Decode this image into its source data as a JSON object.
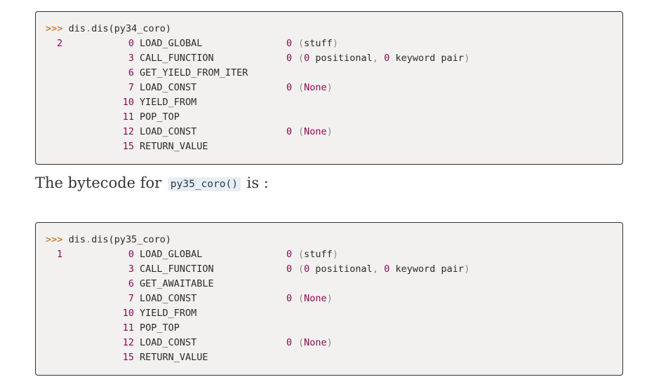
{
  "blocks": [
    {
      "prompt": ">>>",
      "call_prefix": "dis",
      "call_dot": ".",
      "call_fn": "dis(py34_coro)",
      "source_line": "2",
      "instructions": [
        {
          "offset": "0",
          "opcode": "LOAD_GLOBAL",
          "arg": "0",
          "argrepr": "stuff",
          "kind": "name"
        },
        {
          "offset": "3",
          "opcode": "CALL_FUNCTION",
          "arg": "0",
          "argrepr_num1": "0",
          "argrepr_t1": " positional",
          "argrepr_comma": ",",
          "argrepr_num2": "0",
          "argrepr_t2": " keyword pair",
          "kind": "call"
        },
        {
          "offset": "6",
          "opcode": "GET_YIELD_FROM_ITER",
          "arg": "",
          "argrepr": "",
          "kind": "none"
        },
        {
          "offset": "7",
          "opcode": "LOAD_CONST",
          "arg": "0",
          "argrepr": "None",
          "kind": "const"
        },
        {
          "offset": "10",
          "opcode": "YIELD_FROM",
          "arg": "",
          "argrepr": "",
          "kind": "none"
        },
        {
          "offset": "11",
          "opcode": "POP_TOP",
          "arg": "",
          "argrepr": "",
          "kind": "none"
        },
        {
          "offset": "12",
          "opcode": "LOAD_CONST",
          "arg": "0",
          "argrepr": "None",
          "kind": "const"
        },
        {
          "offset": "15",
          "opcode": "RETURN_VALUE",
          "arg": "",
          "argrepr": "",
          "kind": "none"
        }
      ]
    },
    {
      "prompt": ">>>",
      "call_prefix": "dis",
      "call_dot": ".",
      "call_fn": "dis(py35_coro)",
      "source_line": "1",
      "instructions": [
        {
          "offset": "0",
          "opcode": "LOAD_GLOBAL",
          "arg": "0",
          "argrepr": "stuff",
          "kind": "name"
        },
        {
          "offset": "3",
          "opcode": "CALL_FUNCTION",
          "arg": "0",
          "argrepr_num1": "0",
          "argrepr_t1": " positional",
          "argrepr_comma": ",",
          "argrepr_num2": "0",
          "argrepr_t2": " keyword pair",
          "kind": "call"
        },
        {
          "offset": "6",
          "opcode": "GET_AWAITABLE",
          "arg": "",
          "argrepr": "",
          "kind": "none"
        },
        {
          "offset": "7",
          "opcode": "LOAD_CONST",
          "arg": "0",
          "argrepr": "None",
          "kind": "const"
        },
        {
          "offset": "10",
          "opcode": "YIELD_FROM",
          "arg": "",
          "argrepr": "",
          "kind": "none"
        },
        {
          "offset": "11",
          "opcode": "POP_TOP",
          "arg": "",
          "argrepr": "",
          "kind": "none"
        },
        {
          "offset": "12",
          "opcode": "LOAD_CONST",
          "arg": "0",
          "argrepr": "None",
          "kind": "const"
        },
        {
          "offset": "15",
          "opcode": "RETURN_VALUE",
          "arg": "",
          "argrepr": "",
          "kind": "none"
        }
      ]
    }
  ],
  "paragraph": {
    "before": "The bytecode for",
    "code": "py35_coro()",
    "after": "is :"
  }
}
